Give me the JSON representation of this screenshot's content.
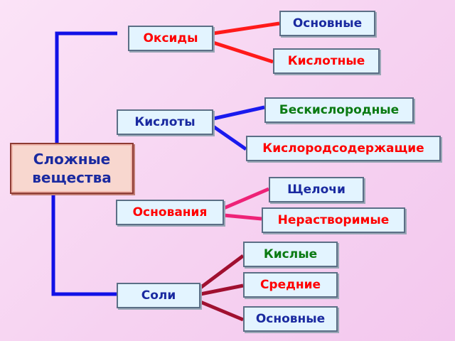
{
  "root": "Сложные\nвещества",
  "classes": {
    "oxides": {
      "label": "Оксиды",
      "children": [
        "Основные",
        "Кислотные"
      ]
    },
    "acids": {
      "label": "Кислоты",
      "children": [
        "Бескислородные",
        "Кислородсодержащие"
      ]
    },
    "bases": {
      "label": "Основания",
      "children": [
        "Щелочи",
        "Нерастворимые"
      ]
    },
    "salts": {
      "label": "Соли",
      "children": [
        "Кислые",
        "Средние",
        "Основные"
      ]
    }
  },
  "colors": {
    "trunk": "#1111e6",
    "oxides": "#ff1a1a",
    "acids": "#1a1aee",
    "bases": "#ee2277",
    "salts": "#a01030",
    "red_text": "#ff0000",
    "blue_text": "#1a2aa0",
    "green_text": "#0a7a12"
  }
}
